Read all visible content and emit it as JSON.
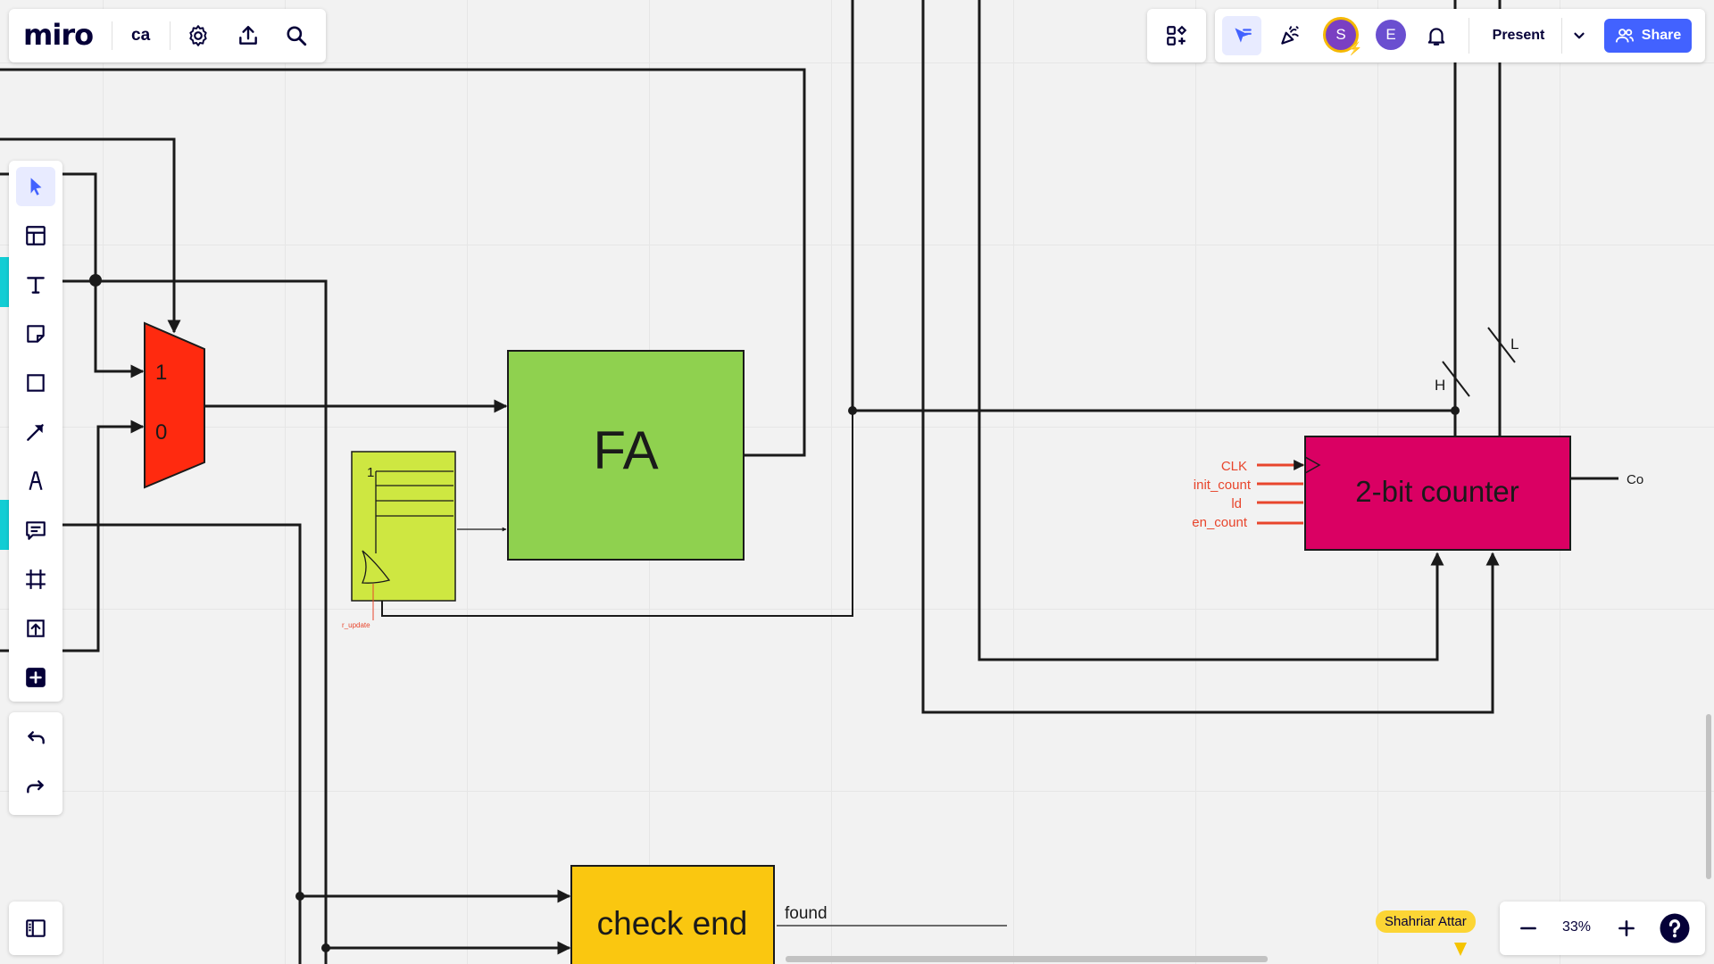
{
  "app": {
    "logo": "miro",
    "board_name": "ca"
  },
  "topbar": {
    "present_label": "Present",
    "share_label": "Share",
    "avatars": [
      {
        "initial": "S",
        "color": "#7a3fc2",
        "ring": "#f5b800"
      },
      {
        "initial": "E",
        "color": "#6a4fd0"
      }
    ]
  },
  "left_toolbar": {
    "tools": [
      "select-tool",
      "templates-tool",
      "text-tool",
      "sticky-note-tool",
      "shape-tool",
      "connection-line-tool",
      "pen-tool",
      "comment-tool",
      "frame-tool",
      "upload-tool",
      "more-apps-tool"
    ],
    "history": [
      "undo",
      "redo"
    ]
  },
  "zoom": {
    "level": "33%"
  },
  "collaborator_cursor": {
    "name": "Shahriar Attar",
    "color": "#fcd535"
  },
  "diagram": {
    "mux": {
      "input_1": "1",
      "input_0": "0",
      "color": "#ff2a0f"
    },
    "fa": {
      "label": "FA",
      "color": "#8fd14f"
    },
    "register": {
      "bit_label": "1",
      "signal": "r_update",
      "color": "#cee741"
    },
    "counter": {
      "label": "2-bit counter",
      "color": "#da0063",
      "inputs": [
        "CLK",
        "init_count",
        "ld",
        "en_count"
      ],
      "output": "Co",
      "bus_high": "H",
      "bus_low": "L"
    },
    "check_end": {
      "label": "check end",
      "color": "#fac710",
      "output": "found"
    }
  }
}
